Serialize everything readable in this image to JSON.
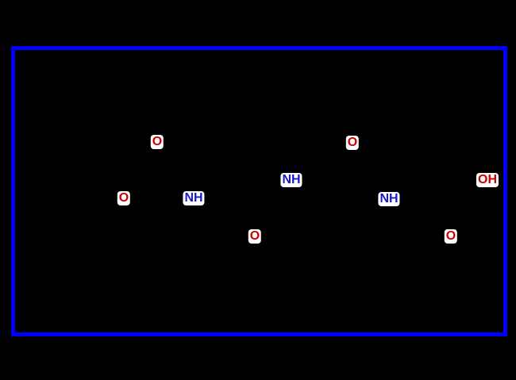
{
  "colors": {
    "background": "#000000",
    "frame": "#0000ff",
    "label_bg": "#ffffff",
    "oxygen": "#cc0000",
    "nitrogen": "#1a1acc"
  },
  "atoms": [
    {
      "element": "O",
      "label": "O"
    },
    {
      "element": "O",
      "label": "O"
    },
    {
      "element": "N",
      "label": "NH"
    },
    {
      "element": "N",
      "label": "NH"
    },
    {
      "element": "O",
      "label": "O"
    },
    {
      "element": "O",
      "label": "O"
    },
    {
      "element": "N",
      "label": "NH"
    },
    {
      "element": "O",
      "label": "OH"
    },
    {
      "element": "O",
      "label": "O"
    }
  ]
}
